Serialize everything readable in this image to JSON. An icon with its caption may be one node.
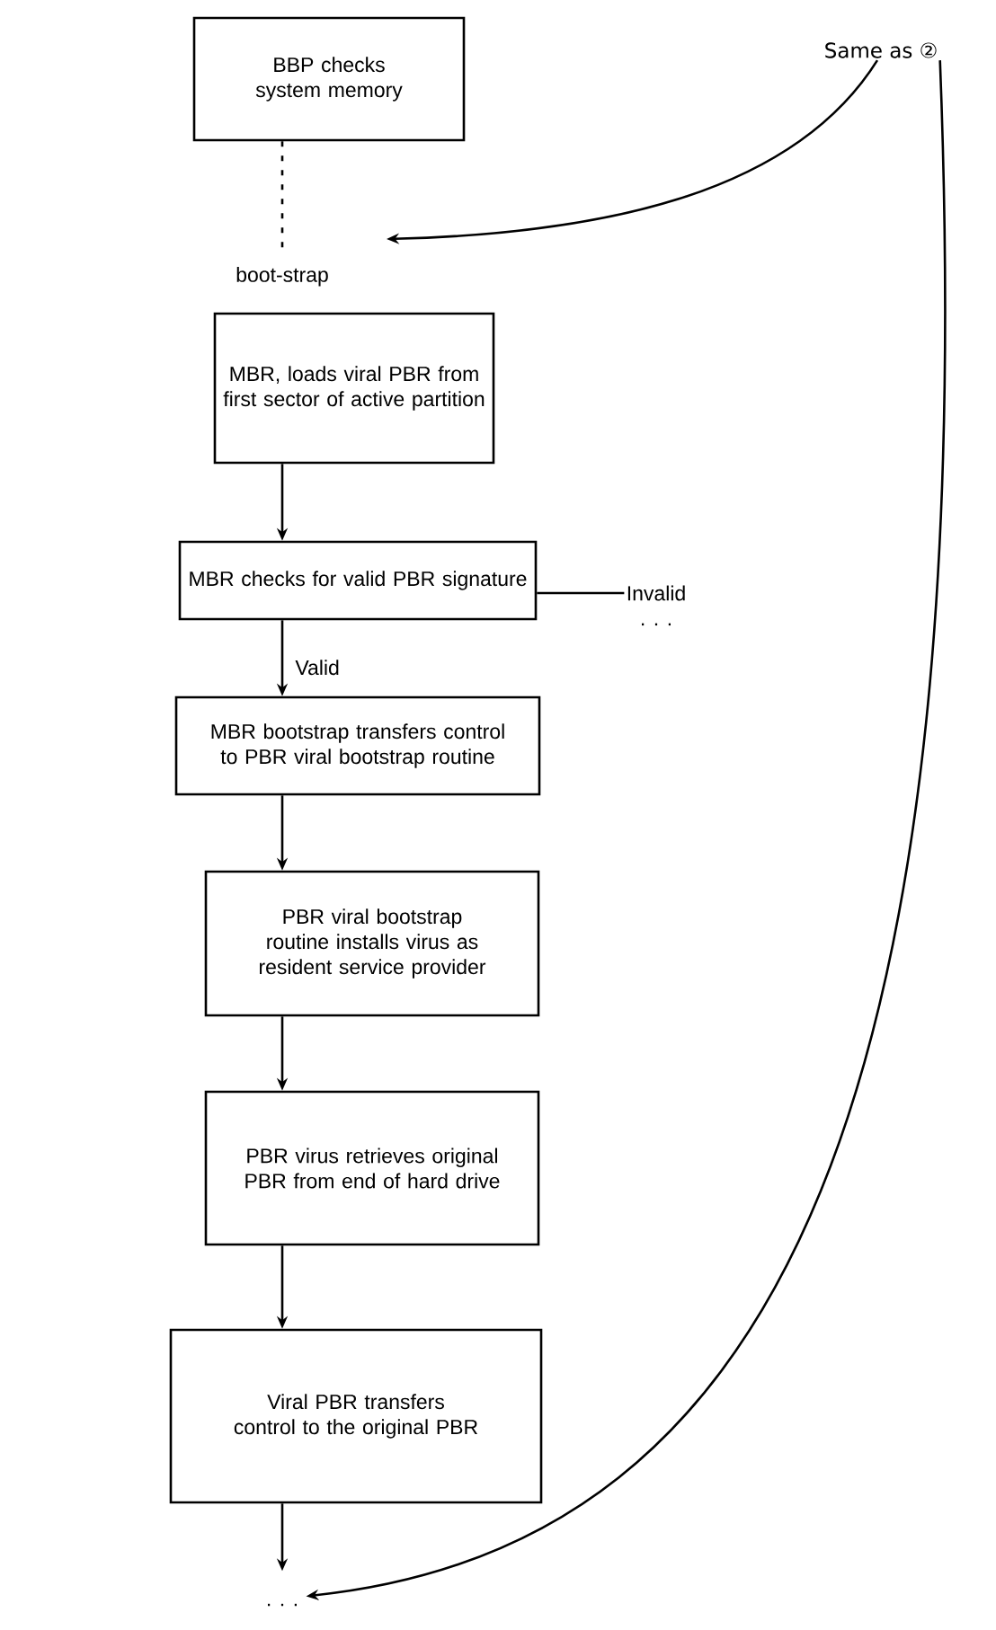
{
  "diagram": {
    "nodes": [
      {
        "text": [
          "BBP checks system memory"
        ]
      },
      {
        "text": [
          "MBR, loads viral PBR from first sector of active partition"
        ]
      },
      {
        "text": [
          "MBR checks for valid PBR signature"
        ]
      },
      {
        "text": [
          "MBR bootstrap transfers control to PBR viral bootstrap routine"
        ]
      },
      {
        "text": [
          "PBR viral bootstrap routine installs virus as resident service provider"
        ]
      },
      {
        "text": [
          "PBR virus retrieves original PBR from end of hard drive"
        ]
      },
      {
        "text": [
          "Viral PBR transfers control to the original PBR"
        ]
      },
      {
        "text": [
          "Same as ②"
        ]
      },
      {
        "text": [
          ". . ."
        ]
      },
      {
        "text": [
          "Invalid"
        ]
      }
    ],
    "edges": [
      {
        "from": 0,
        "to": 1,
        "arrow": "none",
        "style": "dashed",
        "label": "boot-strap"
      },
      {
        "from": 1,
        "to": 2,
        "arrow": "to"
      },
      {
        "from": 2,
        "to": 3,
        "arrow": "to",
        "label": "Valid"
      },
      {
        "from": 3,
        "to": 4,
        "arrow": "to"
      },
      {
        "from": 4,
        "to": 5,
        "arrow": "to"
      },
      {
        "from": 5,
        "to": 6,
        "arrow": "to"
      },
      {
        "from": 6,
        "to": 8,
        "arrow": "to"
      },
      {
        "from": 2,
        "to": 9,
        "arrow": "none"
      },
      {
        "from": 7,
        "to": null,
        "arrow": "to"
      },
      {
        "from": 7,
        "to": 8,
        "arrow": "to"
      }
    ],
    "labels": [
      ". . ."
    ]
  }
}
